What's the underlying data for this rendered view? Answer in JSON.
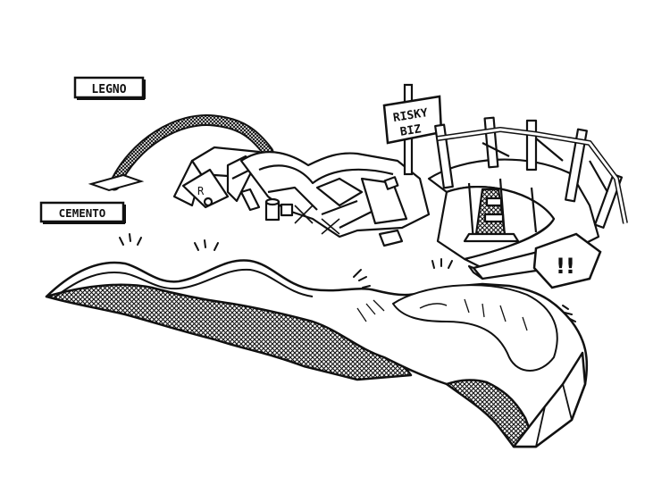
{
  "labels": {
    "wood": "LEGNO",
    "concrete": "CEMENTO",
    "sign_line1": "RISKY",
    "sign_line2": "BIZ",
    "warning": "!!"
  },
  "colors": {
    "ink": "#111111",
    "paper": "#ffffff"
  }
}
